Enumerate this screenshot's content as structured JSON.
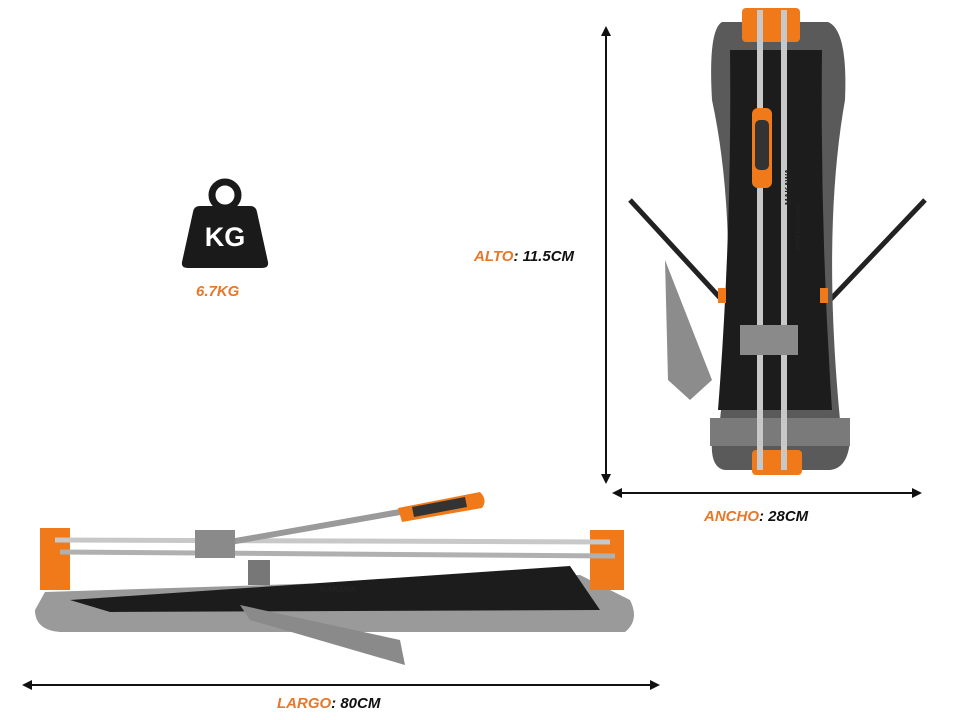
{
  "weight": {
    "icon_label": "KG",
    "value": "6.7KG"
  },
  "dimensions": {
    "height": {
      "label": "ALTO",
      "value": ": 11.5CM"
    },
    "width": {
      "label": "ANCHO",
      "value": ": 28CM"
    },
    "length": {
      "label": "LARGO",
      "value": ": 80CM"
    }
  },
  "product": {
    "brand": "MAKAWA",
    "subbrand": "PROFESSIONAL"
  },
  "colors": {
    "accent": "#e8772a",
    "tool_orange": "#f07a1a",
    "base_gray": "#8a8a8a",
    "mat": "#1c1c1c"
  }
}
